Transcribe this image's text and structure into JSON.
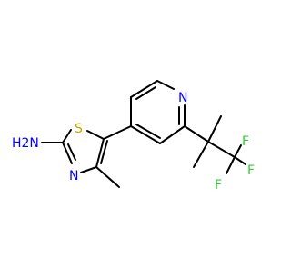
{
  "structure": {
    "labels": {
      "amine": "H2N",
      "thiazole_sulfur": "S",
      "thiazole_nitrogen": "N",
      "pyridine_nitrogen": "N",
      "fluorine_top": "F",
      "fluorine_right": "F",
      "fluorine_bottom": "F"
    }
  },
  "colors": {
    "bond": "#000000",
    "nitrogen": "#0000ff",
    "sulfur": "#c8a800",
    "fluorine": "#33cc33",
    "background": "#ffffff"
  }
}
